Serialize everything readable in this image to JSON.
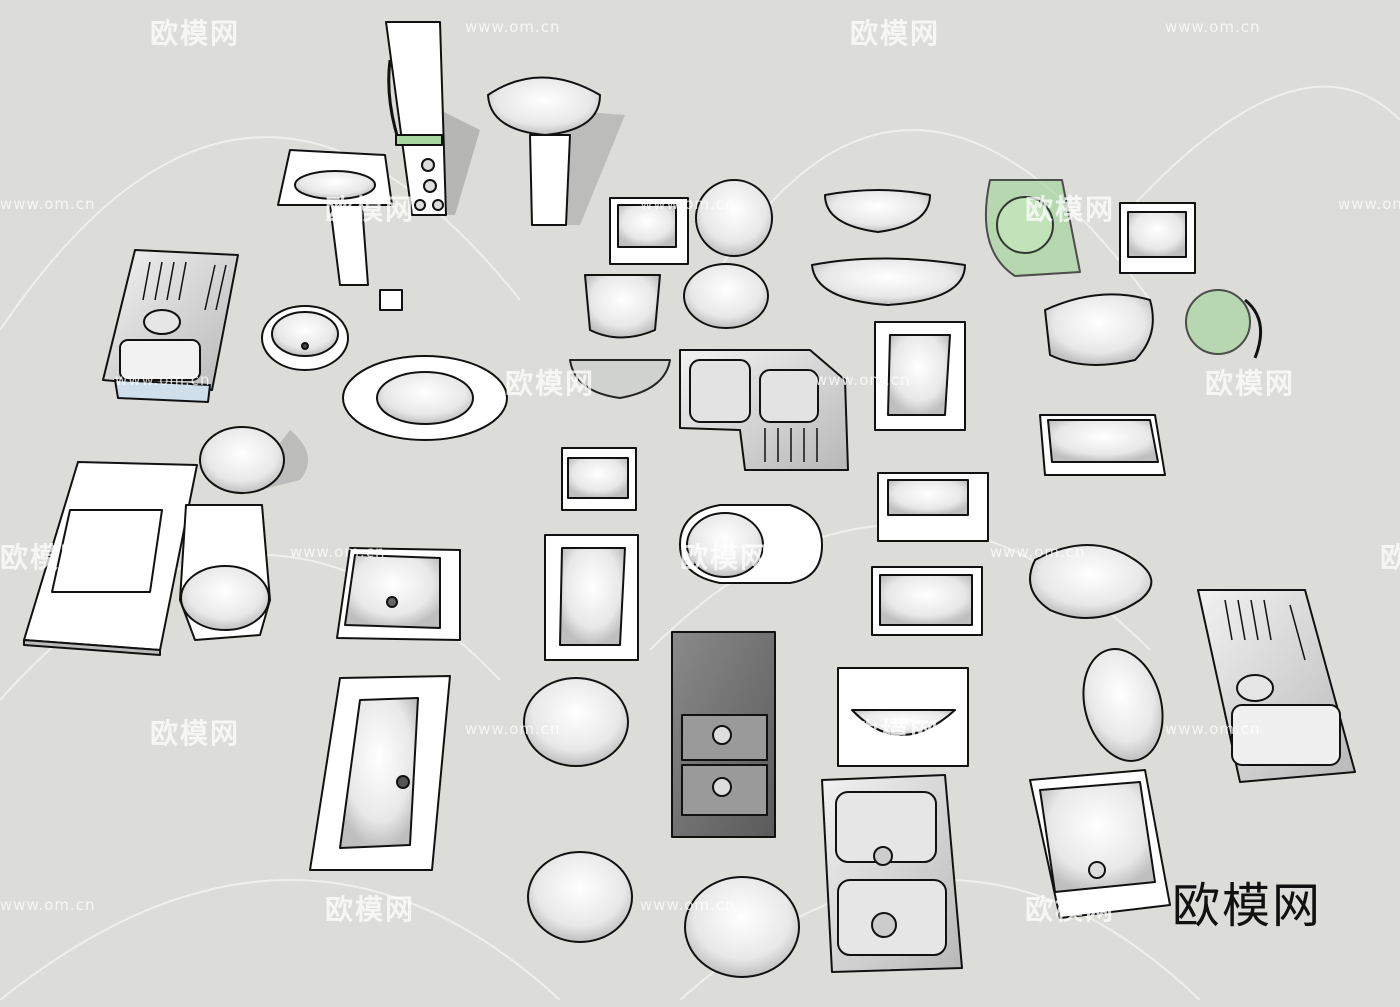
{
  "image": {
    "background_color": "#dcdcd8",
    "brand_text": "欧模网",
    "watermark_text": "欧模网",
    "watermark_url": "www.om.cn"
  }
}
